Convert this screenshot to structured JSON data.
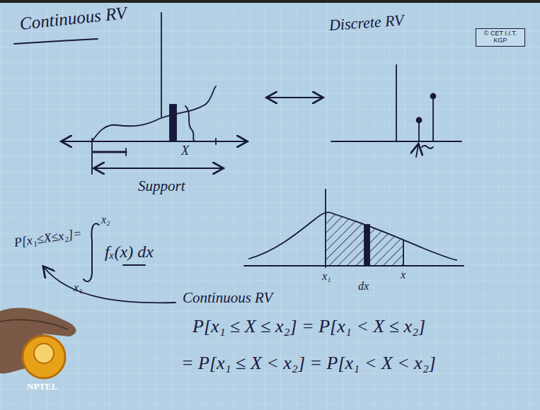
{
  "diagram": {
    "nodes": [
      {
        "text": [
          "© CET I.I.T. KGP"
        ]
      }
    ],
    "labels": [
      "Continuous RV",
      "Discrete RV",
      "X",
      "Support",
      "P[x₁≤X≤x₂]=",
      "x₂",
      "x₁",
      "fₓ(x) dx",
      "x₁",
      "dx",
      "x",
      "Continuous RV",
      "P[x₁ ≤ X ≤ x₂] = P[x₁ < X ≤ x₂]",
      "= P[x₁ ≤ X < x₂] = P[x₁ < X < x₂]",
      "NPTEL"
    ]
  }
}
